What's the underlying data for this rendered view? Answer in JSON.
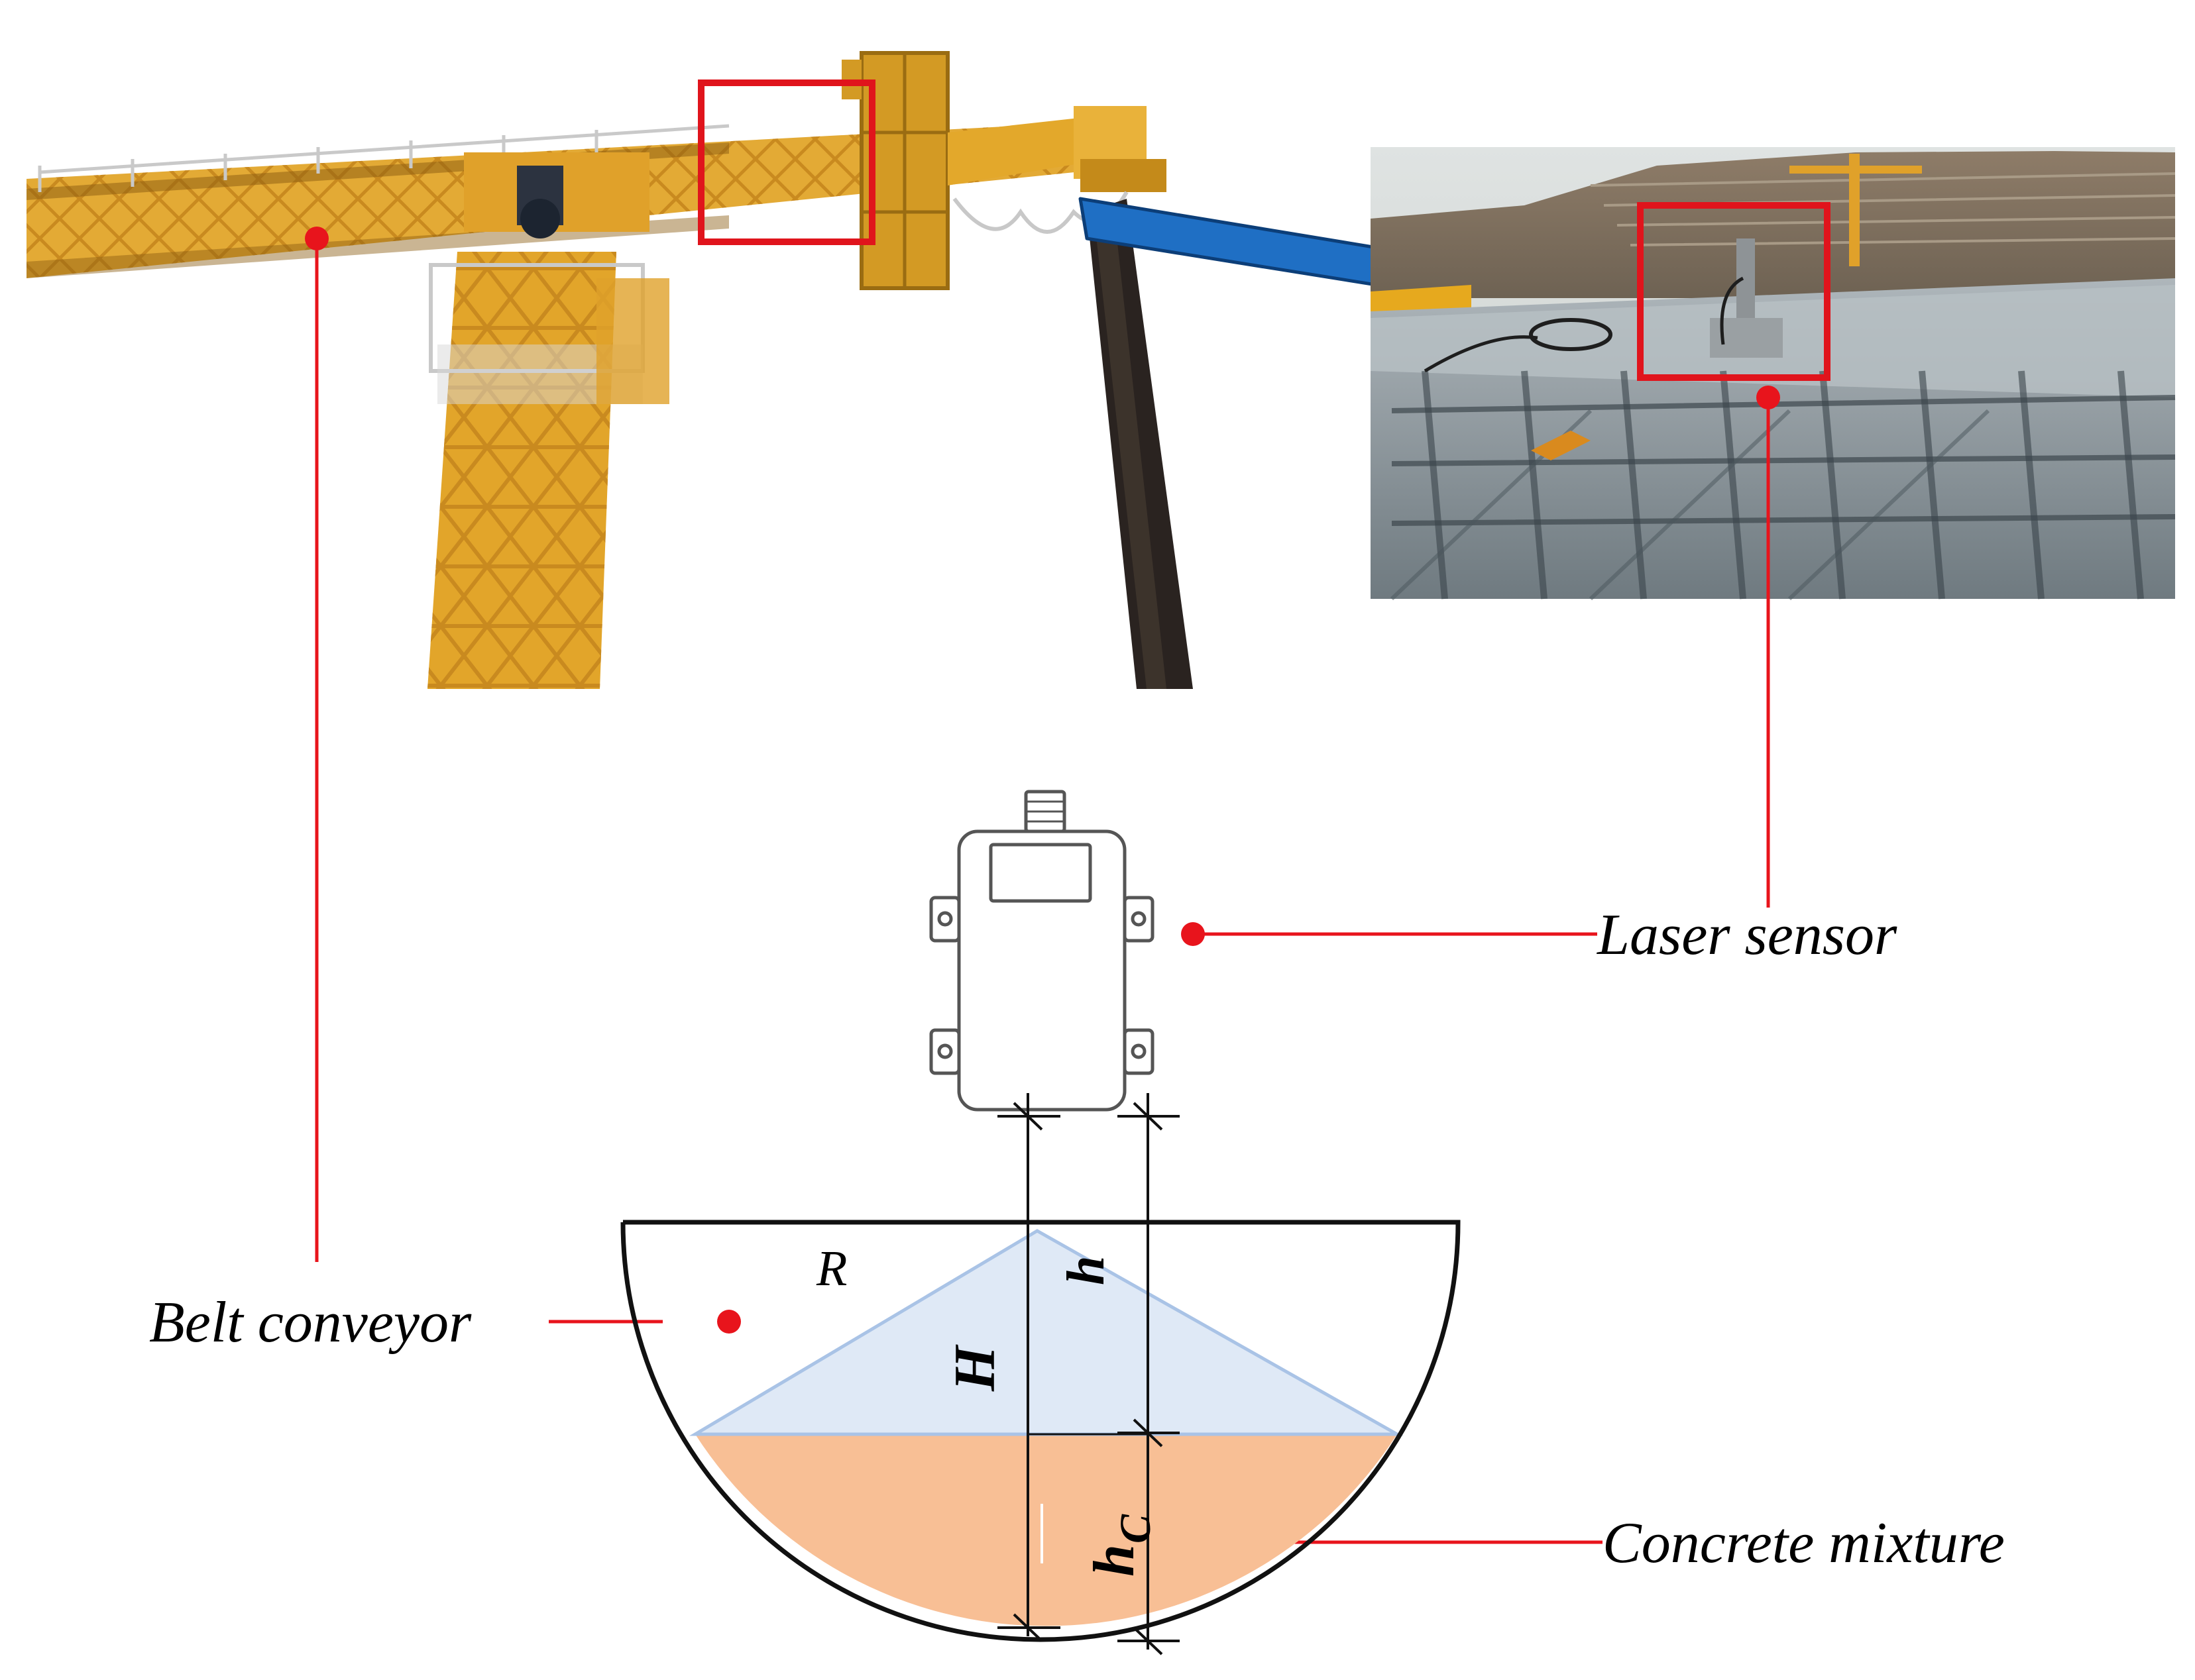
{
  "labels": {
    "laser_sensor": "Laser sensor",
    "belt_conveyor": "Belt conveyor",
    "concrete_mixture": "Concrete mixture"
  },
  "dimensions": {
    "radius": "R",
    "total_height": "H",
    "cone_height": "h",
    "concrete_height_main": "h",
    "concrete_height_sub": "C"
  },
  "colors": {
    "callout_line": "#e8141c",
    "highlight_box": "#e0141c",
    "arrow_fill": "#1f6fc4",
    "crane_steel": "#e3a82b",
    "cone_fill": "#dfe9f6",
    "cone_stroke": "#a9c3e6",
    "concrete_fill": "#f8bf95"
  },
  "icons": {
    "laser_sensor_device": "laser-sensor-icon",
    "direction_arrow": "arrow-right-icon"
  }
}
